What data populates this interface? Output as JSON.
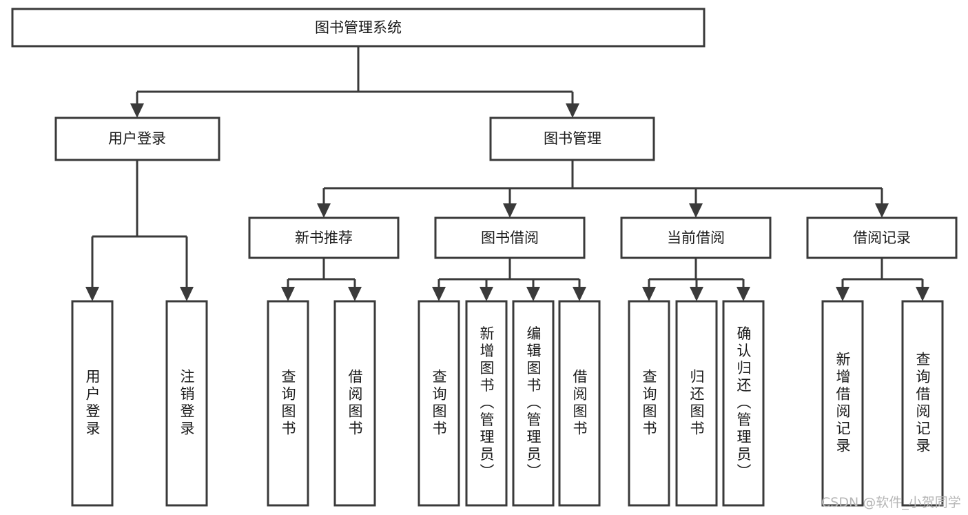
{
  "diagram": {
    "type": "tree-hierarchy-chart",
    "title": "图书管理系统",
    "orientation": "top-down",
    "colors": {
      "box_stroke": "#3a3a3a",
      "box_fill": "#ffffff",
      "connector": "#3a3a3a",
      "text": "#1a1a1a",
      "watermark": "#b6b6b6",
      "background": "#ffffff"
    },
    "levels": {
      "root": {
        "label": "图书管理系统"
      },
      "level2": [
        {
          "id": "user-login",
          "label": "用户登录"
        },
        {
          "id": "book-management",
          "label": "图书管理"
        }
      ],
      "level3": [
        {
          "id": "new-book-recommend",
          "label": "新书推荐",
          "parent": "book-management"
        },
        {
          "id": "book-borrow",
          "label": "图书借阅",
          "parent": "book-management"
        },
        {
          "id": "current-borrow",
          "label": "当前借阅",
          "parent": "book-management"
        },
        {
          "id": "borrow-record",
          "label": "借阅记录",
          "parent": "book-management"
        }
      ],
      "leaves": {
        "user-login": [
          {
            "id": "leaf-user-login",
            "label": "用户登录"
          },
          {
            "id": "leaf-user-logout",
            "label": "注销登录"
          }
        ],
        "new-book-recommend": [
          {
            "id": "leaf-query-book-1",
            "label": "查询图书"
          },
          {
            "id": "leaf-borrow-book-1",
            "label": "借阅图书"
          }
        ],
        "book-borrow": [
          {
            "id": "leaf-query-book-2",
            "label": "查询图书"
          },
          {
            "id": "leaf-add-book",
            "label": "新增图书（管理员）"
          },
          {
            "id": "leaf-edit-book",
            "label": "编辑图书（管理员）"
          },
          {
            "id": "leaf-borrow-book-2",
            "label": "借阅图书"
          }
        ],
        "current-borrow": [
          {
            "id": "leaf-query-book-3",
            "label": "查询图书"
          },
          {
            "id": "leaf-return-book",
            "label": "归还图书"
          },
          {
            "id": "leaf-confirm-return",
            "label": "确认归还（管理员）"
          }
        ],
        "borrow-record": [
          {
            "id": "leaf-add-record",
            "label": "新增借阅记录"
          },
          {
            "id": "leaf-query-record",
            "label": "查询借阅记录"
          }
        ]
      }
    }
  },
  "watermark": {
    "text": "CSDN @软件_小贺同学"
  }
}
